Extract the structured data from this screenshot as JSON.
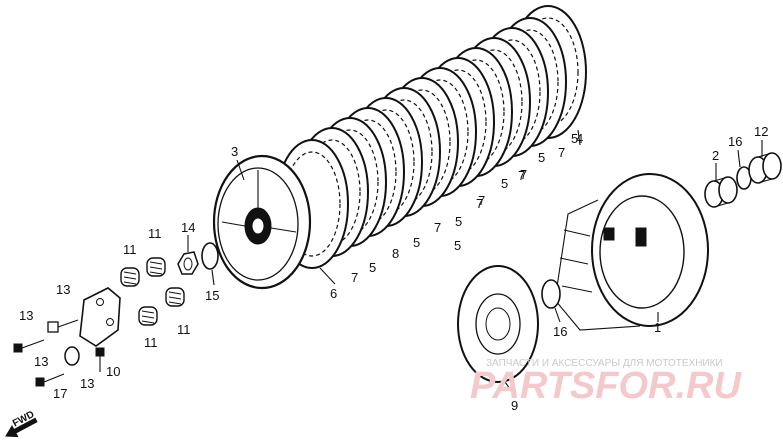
{
  "callouts": {
    "c1": "1",
    "c2": "2",
    "c3": "3",
    "c4": "4",
    "c5a": "5",
    "c5b": "5",
    "c5c": "5",
    "c5d": "5",
    "c5e": "5",
    "c5f": "5",
    "c5g": "5",
    "c6": "6",
    "c7a": "7",
    "c7b": "7",
    "c7c": "7",
    "c7d": "7",
    "c7e": "7",
    "c7f": "7",
    "c7g": "7",
    "c8": "8",
    "c9": "9",
    "c10": "10",
    "c11a": "11",
    "c11b": "11",
    "c11c": "11",
    "c11d": "11",
    "c12": "12",
    "c13a": "13",
    "c13b": "13",
    "c13c": "13",
    "c13d": "13",
    "c14": "14",
    "c15": "15",
    "c16a": "16",
    "c16b": "16",
    "c17": "17"
  },
  "direction_label": "FWD",
  "watermark": {
    "tagline": "ЗАПЧАСТИ И АКСЕССУАРЫ ДЛЯ МОТОТЕХНИКИ",
    "brand": "PARTSFOR.RU"
  },
  "colors": {
    "ink": "#111111",
    "watermark": "#f3c9cc",
    "background": "#ffffff"
  }
}
